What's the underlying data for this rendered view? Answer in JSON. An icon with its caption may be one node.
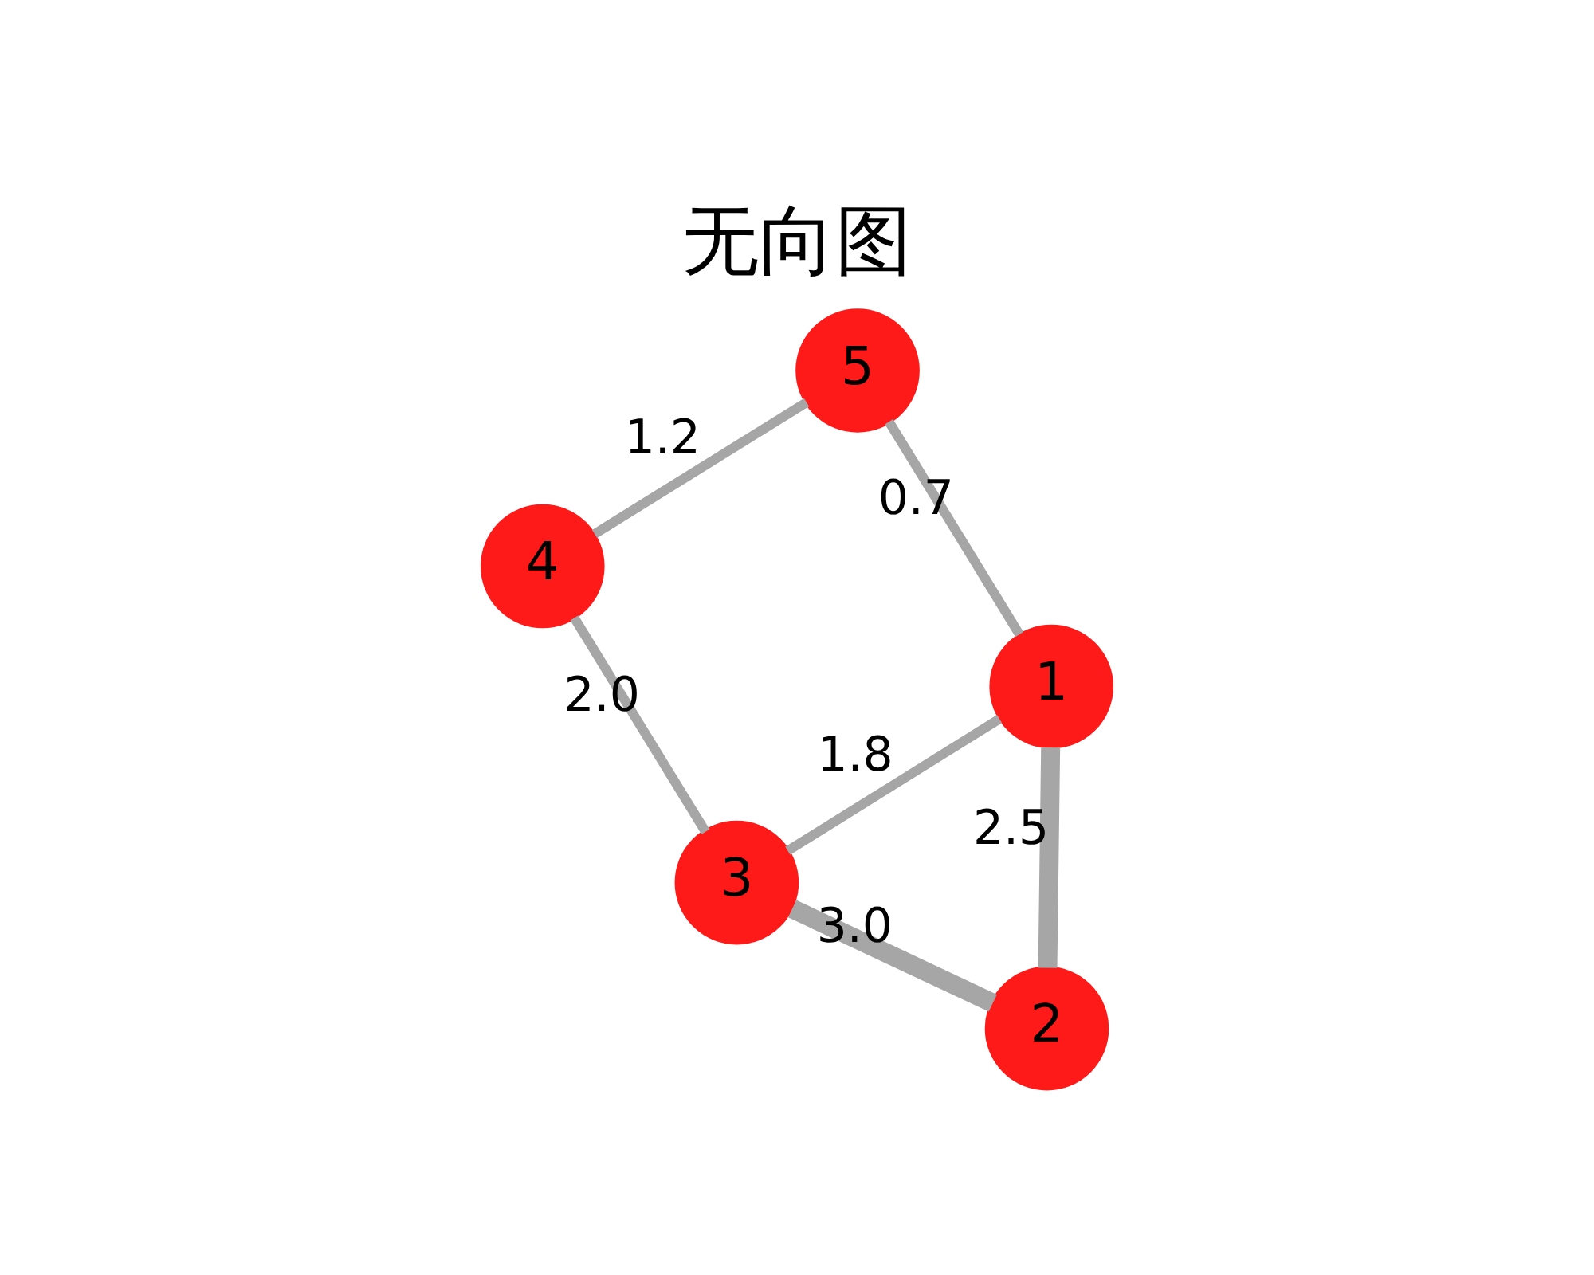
{
  "diagram": {
    "title": "无向图",
    "nodes": [
      {
        "text": [
          "1"
        ]
      },
      {
        "text": [
          "2"
        ]
      },
      {
        "text": [
          "3"
        ]
      },
      {
        "text": [
          "4"
        ]
      },
      {
        "text": [
          "5"
        ]
      }
    ],
    "edges": [
      {
        "from": 0,
        "to": 1,
        "arrow": "none",
        "label": "2.5",
        "style": "thick"
      },
      {
        "from": 0,
        "to": 2,
        "arrow": "none",
        "label": "1.8"
      },
      {
        "from": 0,
        "to": 4,
        "arrow": "none",
        "label": "0.7"
      },
      {
        "from": 1,
        "to": 2,
        "arrow": "none",
        "label": "3.0",
        "style": "thick"
      },
      {
        "from": 2,
        "to": 3,
        "arrow": "none",
        "label": "2.0"
      },
      {
        "from": 3,
        "to": 4,
        "arrow": "none",
        "label": "1.2"
      }
    ]
  }
}
